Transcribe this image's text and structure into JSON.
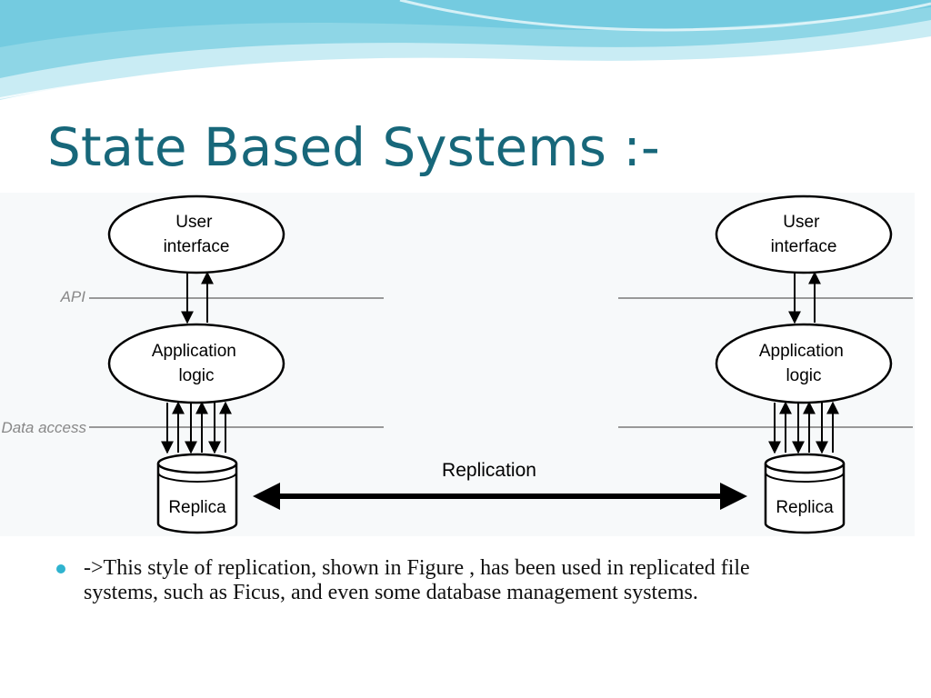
{
  "slide": {
    "title": "State Based Systems :-",
    "bullets": [
      "->This style of replication, shown in Figure , has been used in replicated file systems, such as Ficus, and even some database management systems."
    ]
  },
  "diagram": {
    "nodes": {
      "left_user_interface": [
        "User",
        "interface"
      ],
      "left_application_logic": [
        "Application",
        "logic"
      ],
      "left_replica": "Replica",
      "right_user_interface": [
        "User",
        "interface"
      ],
      "right_application_logic": [
        "Application",
        "logic"
      ],
      "right_replica": "Replica"
    },
    "layers": {
      "api": "API",
      "data_access": "Data access"
    },
    "edges": {
      "replication_label": "Replication"
    }
  },
  "colors": {
    "title": "#17677a",
    "bullet": "#2fb3cf",
    "layer_line": "#999999",
    "wave_primary": "#8ed6e6",
    "wave_secondary": "#c9ecf4"
  }
}
